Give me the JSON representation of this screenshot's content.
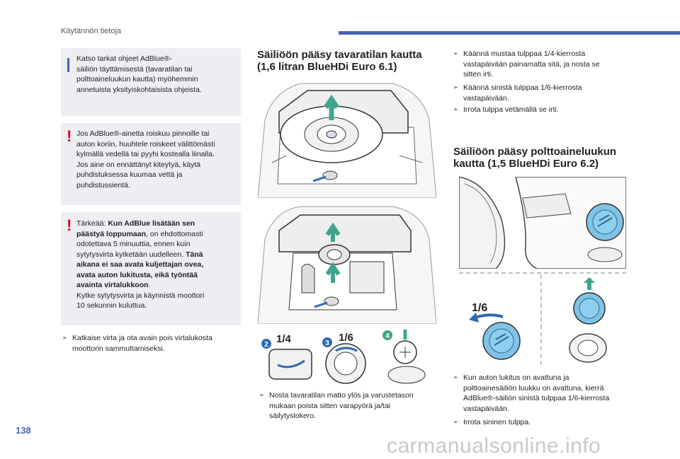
{
  "header": {
    "section": "Käytännön tietoja"
  },
  "page_number": "138",
  "watermark": "carmanualsonline.info",
  "left": {
    "info_box": {
      "lines": [
        "Katso tarkat ohjeet AdBlue®-",
        "säiliön täyttämisestä (tavaratilan tai",
        "polttoaineluukun kautta) myöhemmin",
        "annetuista yksityiskohtaisista ohjeista."
      ]
    },
    "warn_box_1": {
      "lines": [
        "Jos AdBlue®-ainetta roiskuu pinnoille tai",
        "auton koriin, huuhtele roiskeet välittömästi",
        "kylmällä vedellä tai pyyhi kostealla liinalla.",
        "Jos aine on ennättänyt kiteytyä, käytä",
        "puhdistuksessa kuumaa vettä ja",
        "puhdistussientä."
      ]
    },
    "warn_box_2": {
      "prefix": "Tärkeää: ",
      "bold_1a": "Kun AdBlue lisätään sen",
      "bold_1b": "päästyä loppumaan",
      "text_1b": ", on ehdottomasti",
      "line_3": "odotettava 5 minuuttia, ennen kuin",
      "line_4a": "sytytysvirta kytketään uudelleen. ",
      "bold_4": "Tänä",
      "bold_5": "aikana ei saa avata kuljettajan ovea,",
      "bold_6": "avata auton lukitusta, eikä työntää",
      "bold_7": "avainta virtalukkoon",
      "dot": ".",
      "line_8": "Kytke sytytysvirta ja käynnistä moottori",
      "line_9": "10 sekunnin kuluttua."
    },
    "bullet": [
      "Katkaise virta ja ota avain pois virtalukosta",
      "moottorin sammuttamiseksi."
    ]
  },
  "middle": {
    "title": [
      "Säiliöön pääsy tavaratilan kautta",
      "(1,6 litran BlueHDi Euro 6.1)"
    ],
    "step_labels": {
      "s2": "2",
      "s3": "3",
      "s4": "4",
      "q1": "1/4",
      "q2": "1/6"
    },
    "bullet": [
      "Nosta tavaratilan matto ylös ja varustetason",
      "mukaan poista sitten varapyörä ja/tai",
      "säilytyslokero."
    ]
  },
  "right": {
    "bullets_top": [
      [
        "Käännä mustaa tulppaa 1/4-kierrosta",
        "vastapäivään painamatta sitä, ja nosta se",
        "sitten irti."
      ],
      [
        "Käännä sinistä tulppaa 1/6-kierrosta",
        "vastapäivään."
      ],
      [
        "Irrota tulppa vetämällä se irti."
      ]
    ],
    "title": [
      "Säiliöön pääsy polttoaineluukun",
      "kautta (1,5 BlueHDi Euro 6.2)"
    ],
    "fig_label": "1/6",
    "bullets_bottom": [
      [
        "Kun auton lukitus on avattuna ja",
        "polttoainesäiliön luukku on avattuna, kierrä",
        "AdBlue®-säiliön sinistä tulppaa 1/6-kierrosta",
        "vastapäivään."
      ],
      [
        "Irrota sininen tulppa."
      ]
    ]
  },
  "colors": {
    "accent": "#4a63b0",
    "warning": "#e2001a",
    "box_bg": "#eceef1",
    "adblue_cap": "#7fc3e6"
  }
}
